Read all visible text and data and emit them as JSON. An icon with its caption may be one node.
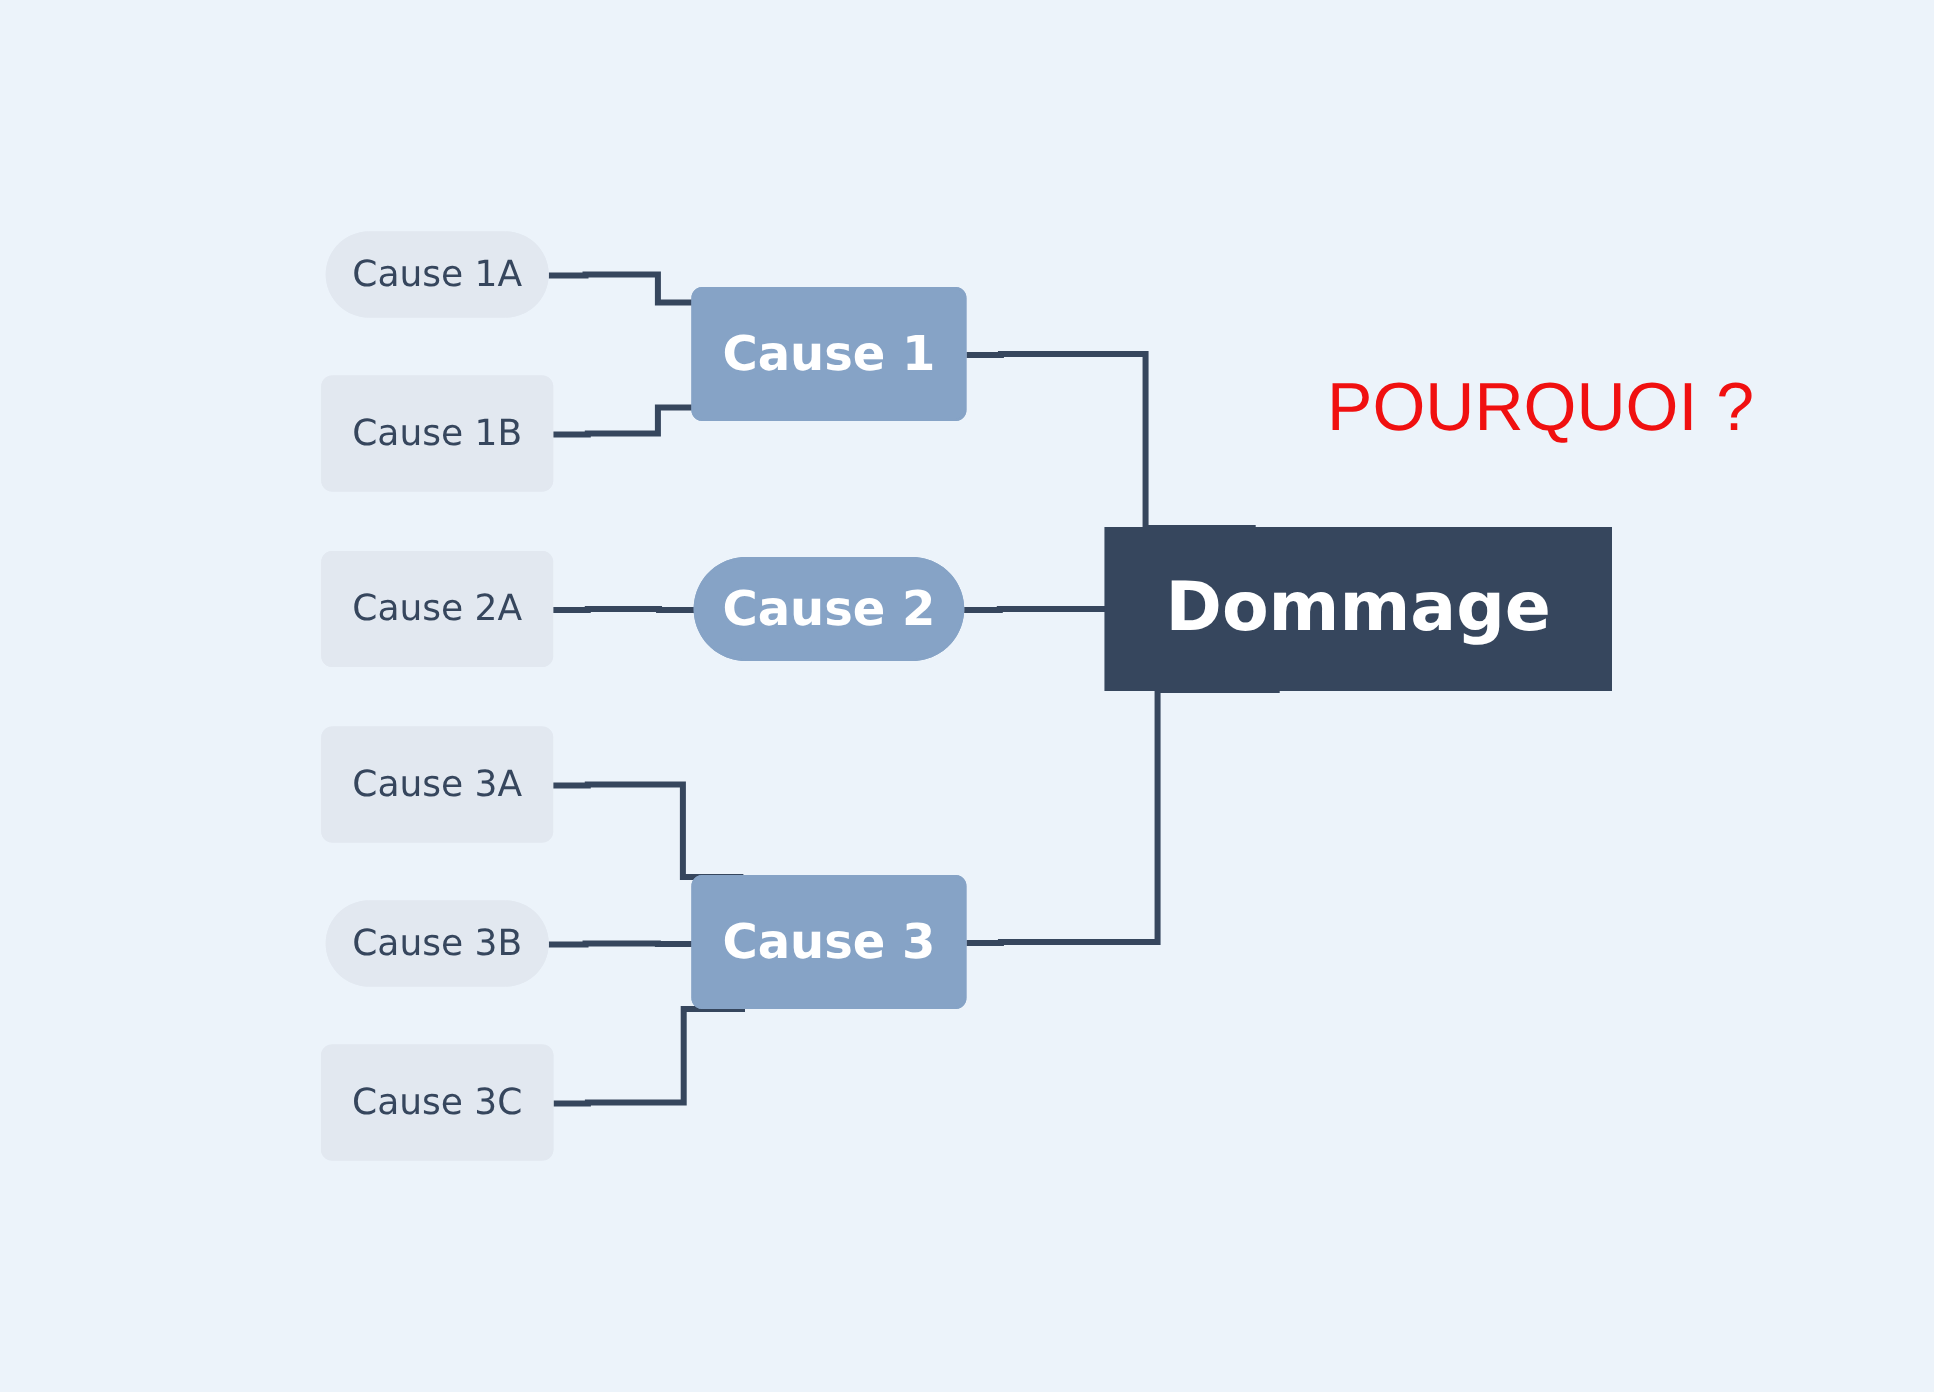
{
  "diagram": {
    "nodes": [
      {
        "text": [
          "Dommage"
        ]
      },
      {
        "text": [
          "Cause 1"
        ]
      },
      {
        "text": [
          "Cause 2"
        ]
      },
      {
        "text": [
          "Cause 3"
        ]
      },
      {
        "text": [
          "Cause 1A"
        ]
      },
      {
        "text": [
          "Cause 1B"
        ]
      },
      {
        "text": [
          "Cause 2A"
        ]
      },
      {
        "text": [
          "Cause 3A"
        ]
      },
      {
        "text": [
          "Cause 3B"
        ]
      },
      {
        "text": [
          "Cause 3C"
        ]
      }
    ],
    "edges": [
      {
        "from": 1,
        "to": 0,
        "arrow": "none"
      },
      {
        "from": 2,
        "to": 0,
        "arrow": "none"
      },
      {
        "from": 3,
        "to": 0,
        "arrow": "none"
      },
      {
        "from": 4,
        "to": 1,
        "arrow": "none"
      },
      {
        "from": 5,
        "to": 1,
        "arrow": "none"
      },
      {
        "from": 6,
        "to": 2,
        "arrow": "none"
      },
      {
        "from": 7,
        "to": 3,
        "arrow": "none"
      },
      {
        "from": 8,
        "to": 3,
        "arrow": "none"
      },
      {
        "from": 9,
        "to": 3,
        "arrow": "none"
      }
    ],
    "labels": [
      "POURQUOI ?"
    ]
  }
}
